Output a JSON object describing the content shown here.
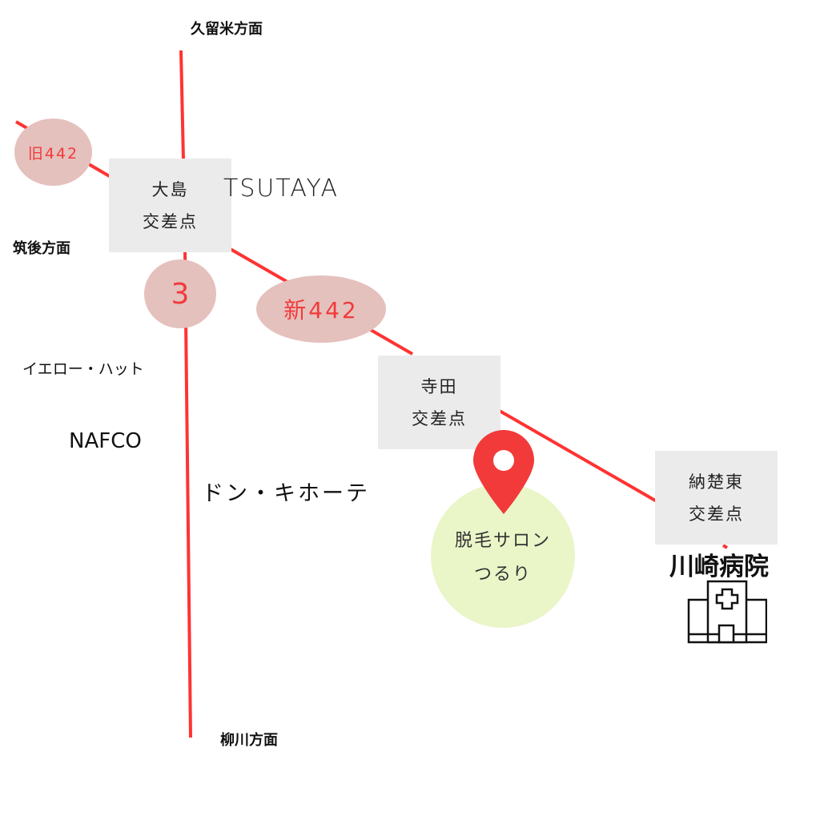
{
  "colors": {
    "road": "#ff3333",
    "route_badge": "#e4c1bd",
    "intersection": "#ebebeb",
    "salon": "#eaf5c8",
    "pin": "#f23a3a"
  },
  "directions": {
    "north": "久留米方面",
    "west": "筑後方面",
    "south": "柳川方面"
  },
  "routes": {
    "old442": "旧442",
    "r3": "3",
    "new442": "新442"
  },
  "intersections": [
    {
      "line1": "大島",
      "line2": "交差点"
    },
    {
      "line1": "寺田",
      "line2": "交差点"
    },
    {
      "line1": "納楚東",
      "line2": "交差点"
    }
  ],
  "landmarks": {
    "tsutaya": "TSUTAYA",
    "yellowhat": "イエロー・ハット",
    "nafco": "NAFCO",
    "donki": "ドン・キホーテ",
    "hospital": "川崎病院"
  },
  "salon": {
    "line1": "脱毛サロン",
    "line2": "つるり",
    "icon": "map-pin-icon"
  },
  "hospital_icon": "hospital-icon"
}
